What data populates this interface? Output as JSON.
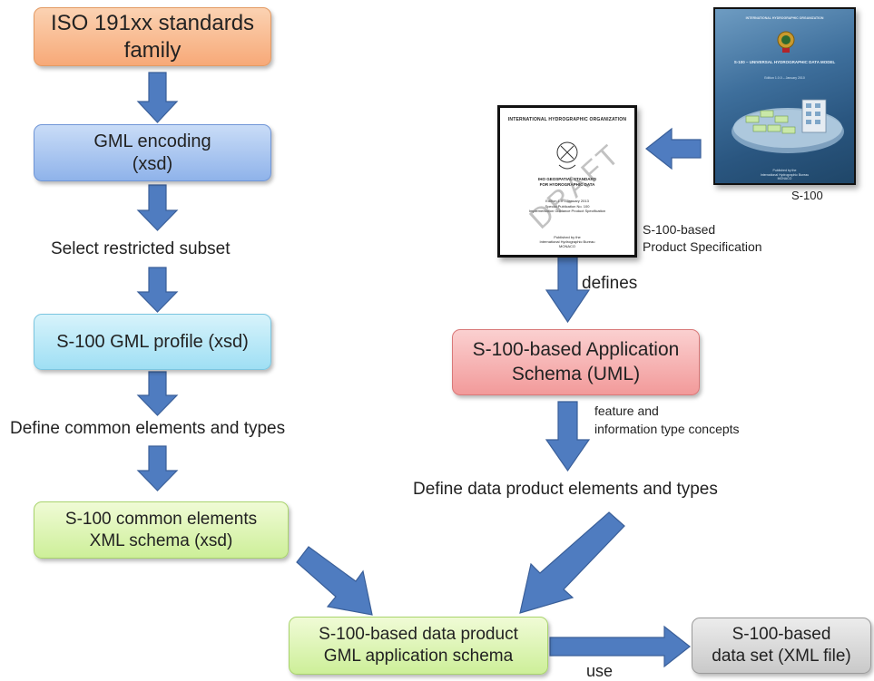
{
  "boxes": {
    "iso": [
      "ISO 191xx standards",
      "family"
    ],
    "gml": [
      "GML encoding",
      "(xsd)"
    ],
    "profile": "S-100 GML profile (xsd)",
    "common": [
      "S-100 common elements",
      "XML schema (xsd)"
    ],
    "appschema_uml": [
      "S-100-based Application",
      "Schema (UML)"
    ],
    "gml_appschema": [
      "S-100-based data product",
      "GML application schema"
    ],
    "dataset": [
      "S-100-based",
      "data set (XML file)"
    ]
  },
  "labels": {
    "select_subset": "Select restricted subset",
    "define_common": "Define common elements and types",
    "defines": "defines",
    "feature_concepts": [
      "feature and",
      "information type concepts"
    ],
    "define_product": "Define data product elements and types",
    "use": "use",
    "product_spec": [
      "S-100-based",
      "Product Specification"
    ],
    "s100_caption": "S-100"
  },
  "product_spec_doc": {
    "header": "INTERNATIONAL HYDROGRAPHIC ORGANIZATION",
    "title": [
      "IHO GEOSPATIAL STANDARD",
      "FOR HYDROGRAPHIC DATA"
    ],
    "edition": [
      "Edition 1.0 – January 2013",
      "Special Publication No. 100",
      "Implementation Guidance Product Specification"
    ],
    "publisher": [
      "Published by the",
      "International Hydrographic Bureau",
      "MONACO"
    ],
    "watermark": "DRAFT"
  },
  "s100_cover": {
    "header": "INTERNATIONAL HYDROGRAPHIC ORGANIZATION",
    "title": "S-100 – UNIVERSAL HYDROGRAPHIC DATA MODEL",
    "subtitle": "Edition 1.0.0 – January 2010",
    "publisher": [
      "Published by the",
      "International Hydrographic Bureau",
      "MONACO"
    ]
  },
  "colors": {
    "arrow": "#4f7cc0",
    "arrow_border": "#3a5f99"
  }
}
